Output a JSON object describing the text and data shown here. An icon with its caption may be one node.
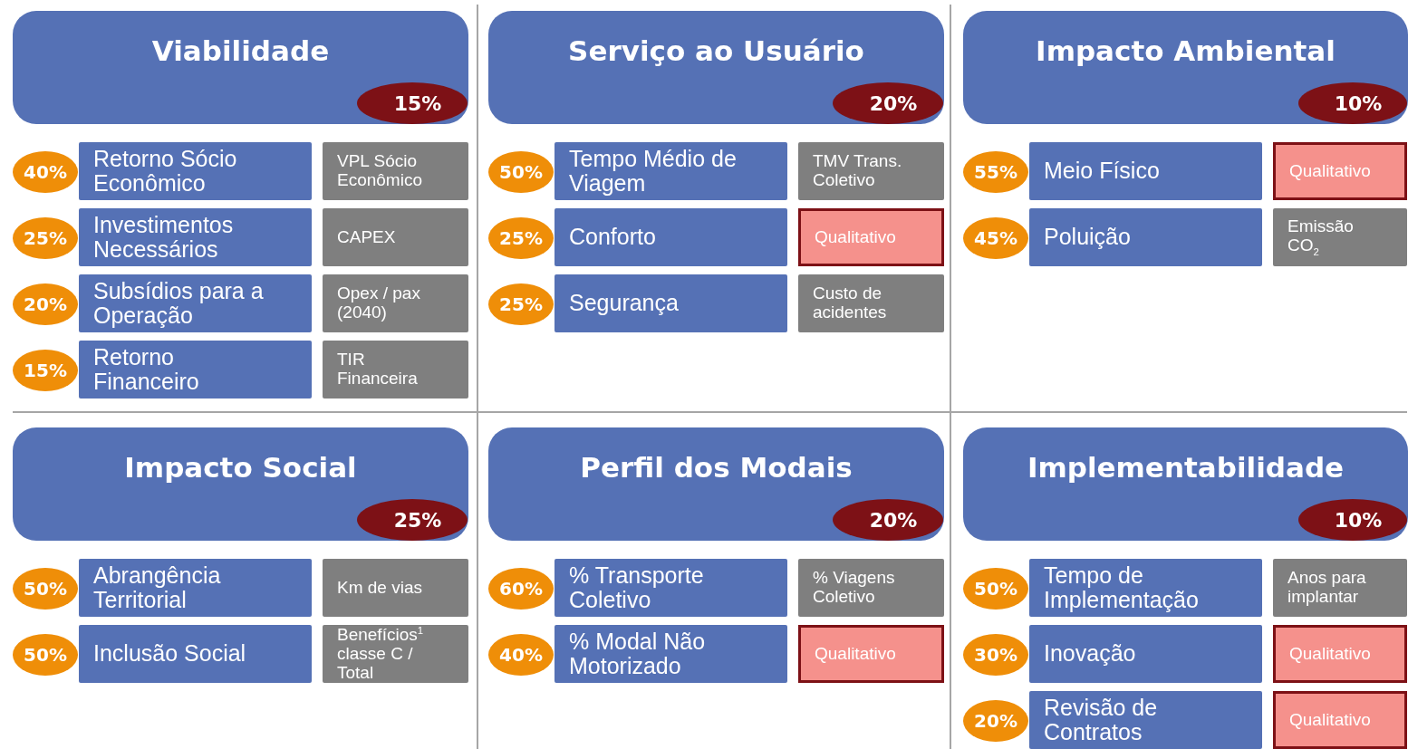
{
  "diagram": {
    "nodes": [
      {
        "text": [
          "Viabilidade"
        ]
      },
      {
        "text": [
          "15%"
        ],
        "in": 0
      },
      {
        "text": [
          "40%"
        ]
      },
      {
        "text": [
          "Retorno Sócio Econômico"
        ]
      },
      {
        "text": [
          "VPL Sócio Econômico"
        ]
      },
      {
        "text": [
          "25%"
        ]
      },
      {
        "text": [
          "Investimentos Necessários"
        ]
      },
      {
        "text": [
          "CAPEX"
        ]
      },
      {
        "text": [
          "20%"
        ]
      },
      {
        "text": [
          "Subsídios para a Operação"
        ]
      },
      {
        "text": [
          "Opex / pax (2040)"
        ]
      },
      {
        "text": [
          "15%"
        ]
      },
      {
        "text": [
          "Retorno Financeiro"
        ]
      },
      {
        "text": [
          "TIR Financeira"
        ]
      },
      {
        "text": [
          "Serviço ao Usuário"
        ]
      },
      {
        "text": [
          "20%"
        ],
        "in": 14
      },
      {
        "text": [
          "50%"
        ]
      },
      {
        "text": [
          "Tempo Médio de Viagem"
        ]
      },
      {
        "text": [
          "TMV Trans. Coletivo"
        ]
      },
      {
        "text": [
          "25%"
        ]
      },
      {
        "text": [
          "Conforto"
        ]
      },
      {
        "text": [
          "Qualitativo"
        ]
      },
      {
        "text": [
          "25%"
        ]
      },
      {
        "text": [
          "Segurança"
        ]
      },
      {
        "text": [
          "Custo de acidentes"
        ]
      },
      {
        "text": [
          "Impacto Ambiental"
        ]
      },
      {
        "text": [
          "10%"
        ],
        "in": 25
      },
      {
        "text": [
          "55%"
        ]
      },
      {
        "text": [
          "Meio Físico"
        ]
      },
      {
        "text": [
          "Qualitativo"
        ]
      },
      {
        "text": [
          "45%"
        ]
      },
      {
        "text": [
          "Poluição"
        ]
      },
      {
        "text": [
          "Emissão CO$_{2}$"
        ]
      },
      {
        "text": [
          "Impacto Social"
        ]
      },
      {
        "text": [
          "25%"
        ],
        "in": 33
      },
      {
        "text": [
          "50%"
        ]
      },
      {
        "text": [
          "Abrangência Territorial"
        ]
      },
      {
        "text": [
          "Km de vias"
        ]
      },
      {
        "text": [
          "50%"
        ]
      },
      {
        "text": [
          "Inclusão Social"
        ]
      },
      {
        "text": [
          "Benefícios$^{1}$ classe C / Total"
        ]
      },
      {
        "text": [
          "Perfil dos Modais"
        ]
      },
      {
        "text": [
          "20%"
        ],
        "in": 41
      },
      {
        "text": [
          "60%"
        ]
      },
      {
        "text": [
          "% Transporte Coletivo"
        ]
      },
      {
        "text": [
          "% Viagens Coletivo"
        ]
      },
      {
        "text": [
          "40%"
        ]
      },
      {
        "text": [
          "% Modal Não Motorizado"
        ]
      },
      {
        "text": [
          "Qualitativo"
        ]
      },
      {
        "text": [
          "Implementabilidade"
        ]
      },
      {
        "text": [
          "10%"
        ],
        "in": 49
      },
      {
        "text": [
          "50%"
        ]
      },
      {
        "text": [
          "Tempo de Implementação"
        ]
      },
      {
        "text": [
          "Anos para implantar"
        ]
      },
      {
        "text": [
          "30%"
        ]
      },
      {
        "text": [
          "Inovação"
        ]
      },
      {
        "text": [
          "Qualitativo"
        ]
      },
      {
        "text": [
          "20%"
        ]
      },
      {
        "text": [
          "Revisão de Contratos"
        ]
      },
      {
        "text": [
          "Qualitativo"
        ]
      }
    ]
  }
}
